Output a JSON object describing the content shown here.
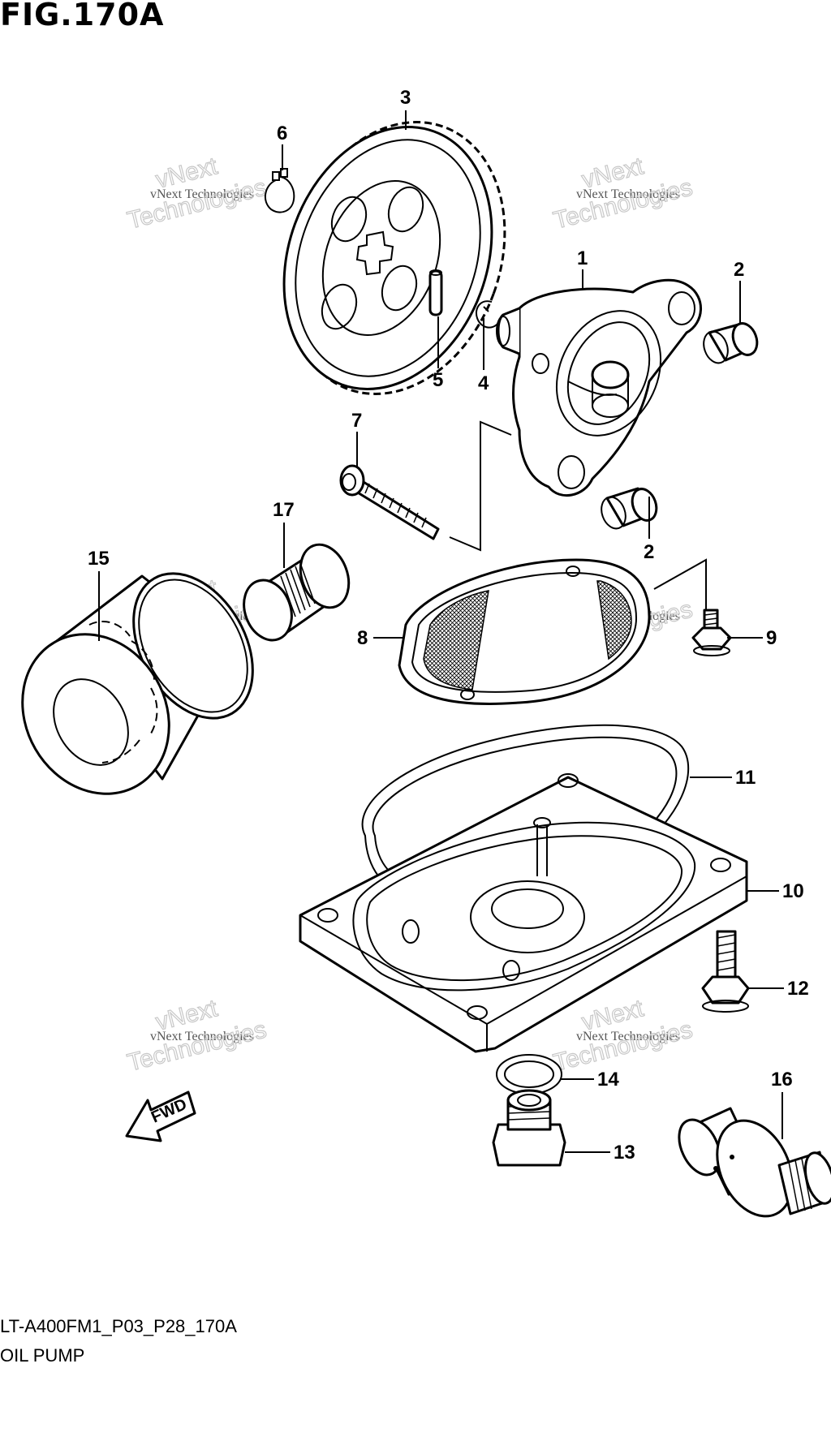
{
  "figure": {
    "title": "FIG.170A",
    "code": "LT-A400FM1_P03_P28_170A",
    "name": "OIL PUMP"
  },
  "watermark": {
    "small": "vNext Technologies",
    "big_1": "vNext",
    "big_2": "Technologies"
  },
  "arrow_label": "FWD",
  "callouts": {
    "c1": "1",
    "c2a": "2",
    "c2b": "2",
    "c3": "3",
    "c4": "4",
    "c5": "5",
    "c6": "6",
    "c7": "7",
    "c8": "8",
    "c9": "9",
    "c10": "10",
    "c11": "11",
    "c12": "12",
    "c13": "13",
    "c14": "14",
    "c15": "15",
    "c16": "16",
    "c17": "17"
  }
}
